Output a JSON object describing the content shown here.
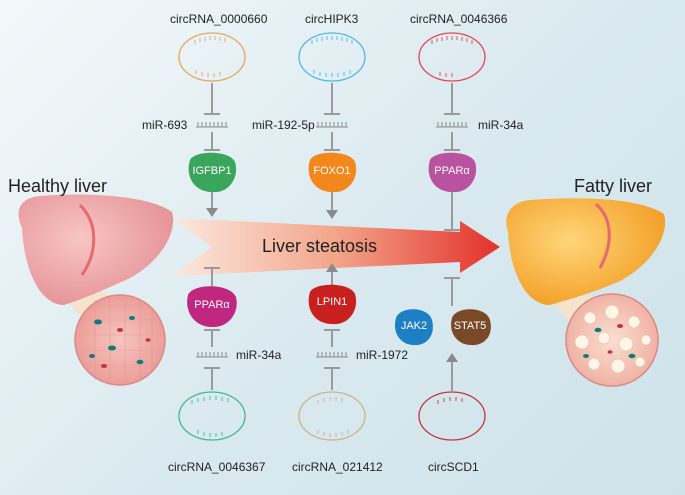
{
  "top_circrnas": [
    "circRNA_0000660",
    "circHIPK3",
    "circRNA_0046366"
  ],
  "top_mirnas": [
    "miR-693",
    "miR-192-5p",
    "miR-34a"
  ],
  "top_proteins": [
    "IGFBP1",
    "FOXO1",
    "PPARα"
  ],
  "bottom_circrnas": [
    "circRNA_0046367",
    "circRNA_021412",
    "circSCD1"
  ],
  "bottom_mirnas": [
    "miR-34a",
    "miR-1972"
  ],
  "bottom_proteins": [
    "PPARα",
    "LPIN1",
    "JAK2",
    "STAT5"
  ],
  "left_title": "Healthy liver",
  "right_title": "Fatty liver",
  "center_label": "Liver steatosis",
  "colors": {
    "circ1": "#e3a85a",
    "circ2": "#4fb8e6",
    "circ3": "#e5454d",
    "circ4": "#3dbb86",
    "circ5": "#cdb389",
    "circ6": "#c8343c",
    "igfbp1": "#3aa65b",
    "foxo1": "#f2871b",
    "ppara_top": "#b9529f",
    "ppara_bottom": "#c0287f",
    "lpin1": "#c8201f",
    "jak2": "#1d7fc4",
    "stat5": "#7a4a28",
    "arrow_start": "#f9e2d8",
    "arrow_end": "#e3312b",
    "healthy_liver": "#f2a5a8",
    "fatty_liver": "#f7b23a"
  }
}
